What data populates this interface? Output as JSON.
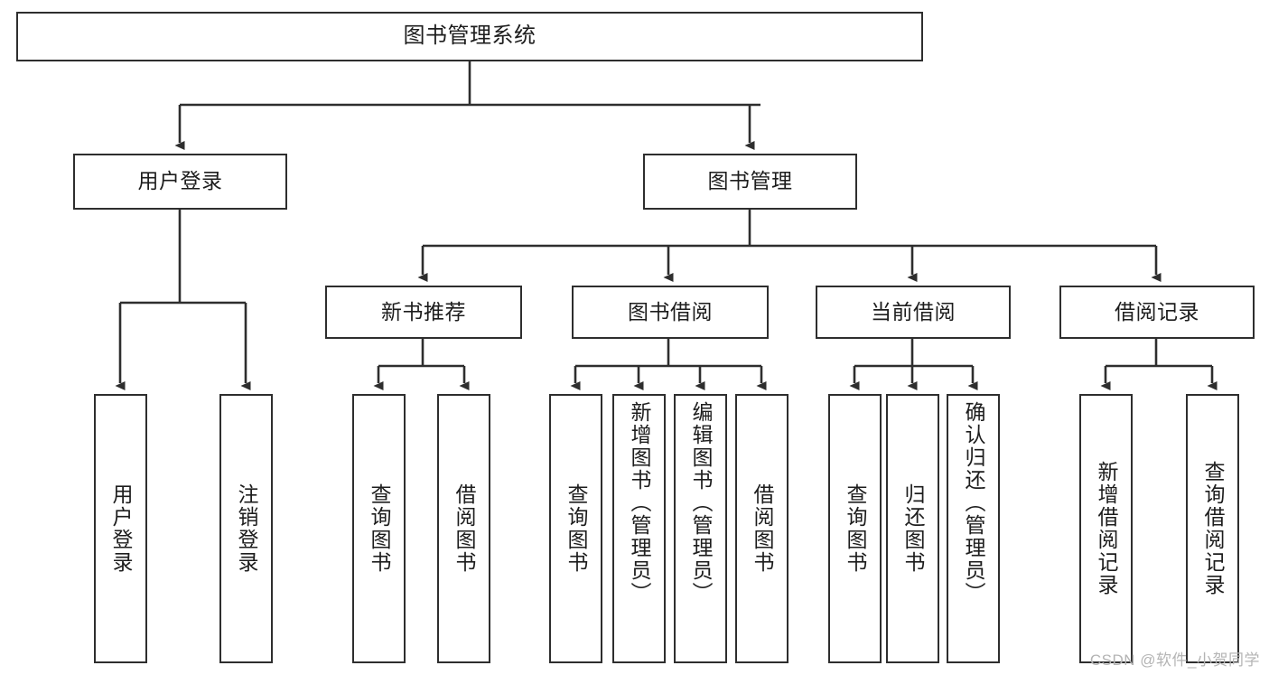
{
  "diagram": {
    "title": "图书管理系统",
    "type": "hierarchy-tree",
    "watermark": "CSDN @软件_小贺同学",
    "colors": {
      "box_border": "#2e2e2e",
      "box_fill": "#ffffff",
      "connector": "#2e2e2e",
      "text": "#1d1d1d",
      "watermark": "#b4b4b4"
    },
    "nodes": {
      "root": {
        "label": "图书管理系统"
      },
      "level2": [
        {
          "label": "用户登录"
        },
        {
          "label": "图书管理"
        }
      ],
      "level3": [
        {
          "label": "新书推荐"
        },
        {
          "label": "图书借阅"
        },
        {
          "label": "当前借阅"
        },
        {
          "label": "借阅记录"
        }
      ],
      "leaves": {
        "user_login": [
          {
            "label": "用户登录"
          },
          {
            "label": "注销登录"
          }
        ],
        "new_book": [
          {
            "label": "查询图书"
          },
          {
            "label": "借阅图书"
          }
        ],
        "book_borrow": [
          {
            "label": "查询图书"
          },
          {
            "label": "新增图书（管理员）"
          },
          {
            "label": "编辑图书（管理员）"
          },
          {
            "label": "借阅图书"
          }
        ],
        "current_borrow": [
          {
            "label": "查询图书"
          },
          {
            "label": "归还图书"
          },
          {
            "label": "确认归还（管理员）"
          }
        ],
        "borrow_record": [
          {
            "label": "新增借阅记录"
          },
          {
            "label": "查询借阅记录"
          }
        ]
      }
    }
  }
}
